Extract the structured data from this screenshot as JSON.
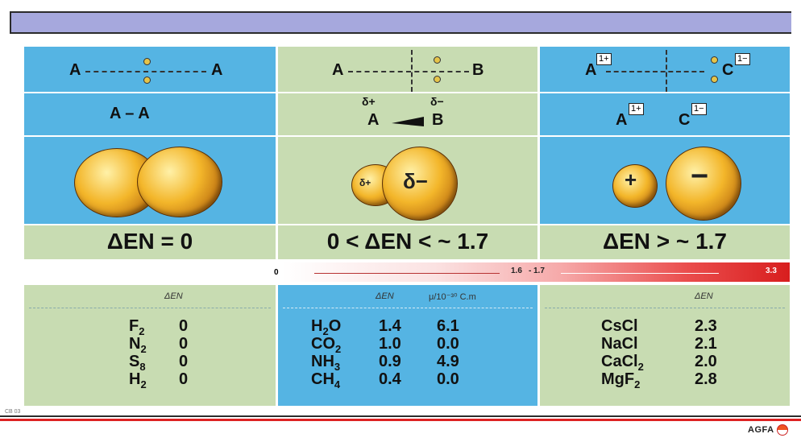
{
  "columns": [
    {
      "orbital": {
        "left": "A",
        "right": "A",
        "left_charge": "",
        "right_charge": ""
      },
      "bond": {
        "text": "A – A"
      },
      "sphere_labels": [
        "",
        ""
      ],
      "den": "ΔEN = 0",
      "header": [
        "ΔEN"
      ],
      "rows": [
        {
          "formula": "F",
          "sub": "2",
          "v1": "0",
          "v2": ""
        },
        {
          "formula": "N",
          "sub": "2",
          "v1": "0",
          "v2": ""
        },
        {
          "formula": "S",
          "sub": "8",
          "v1": "0",
          "v2": ""
        },
        {
          "formula": "H",
          "sub": "2",
          "v1": "0",
          "v2": ""
        }
      ]
    },
    {
      "orbital": {
        "left": "A",
        "right": "B"
      },
      "bond": {
        "delta_plus": "δ+",
        "delta_minus": "δ−",
        "left": "A",
        "right": "B"
      },
      "sphere_labels": [
        "δ+",
        "δ−"
      ],
      "den": "0 < ΔEN < ~ 1.7",
      "header": [
        "ΔEN",
        "μ/10⁻³⁰ C.m"
      ],
      "rows": [
        {
          "formula": "H",
          "sub": "2",
          "tail": "O",
          "v1": "1.4",
          "v2": "6.1"
        },
        {
          "formula": "CO",
          "sub": "2",
          "tail": "",
          "v1": "1.0",
          "v2": "0.0"
        },
        {
          "formula": "NH",
          "sub": "3",
          "tail": "",
          "v1": "0.9",
          "v2": "4.9"
        },
        {
          "formula": "CH",
          "sub": "4",
          "tail": "",
          "v1": "0.4",
          "v2": "0.0"
        }
      ]
    },
    {
      "orbital": {
        "left": "A",
        "right": "C",
        "left_charge": "1+",
        "right_charge": "1−"
      },
      "bond": {
        "left": "A",
        "right": "C",
        "left_charge": "1+",
        "right_charge": "1−"
      },
      "sphere_labels": [
        "+",
        "−"
      ],
      "den": "ΔEN > ~ 1.7",
      "header": [
        "ΔEN"
      ],
      "rows": [
        {
          "formula": "CsCl",
          "sub": "",
          "v1": "2.3"
        },
        {
          "formula": "NaCl",
          "sub": "",
          "v1": "2.1"
        },
        {
          "formula": "CaCl",
          "sub": "2",
          "v1": "2.0"
        },
        {
          "formula": "MgF",
          "sub": "2",
          "v1": "2.8"
        }
      ]
    }
  ],
  "scale": {
    "start": "0",
    "mid_a": "1.6",
    "mid_b": "1.7",
    "end": "3.3",
    "sep": "-"
  },
  "footer": {
    "code": "CB 03",
    "logo": "AGFA"
  },
  "colors": {
    "blue": "#55b4e3",
    "green": "#c8dcb2",
    "topbar": "#a6a8dd",
    "accent_red": "#d81e1e"
  }
}
